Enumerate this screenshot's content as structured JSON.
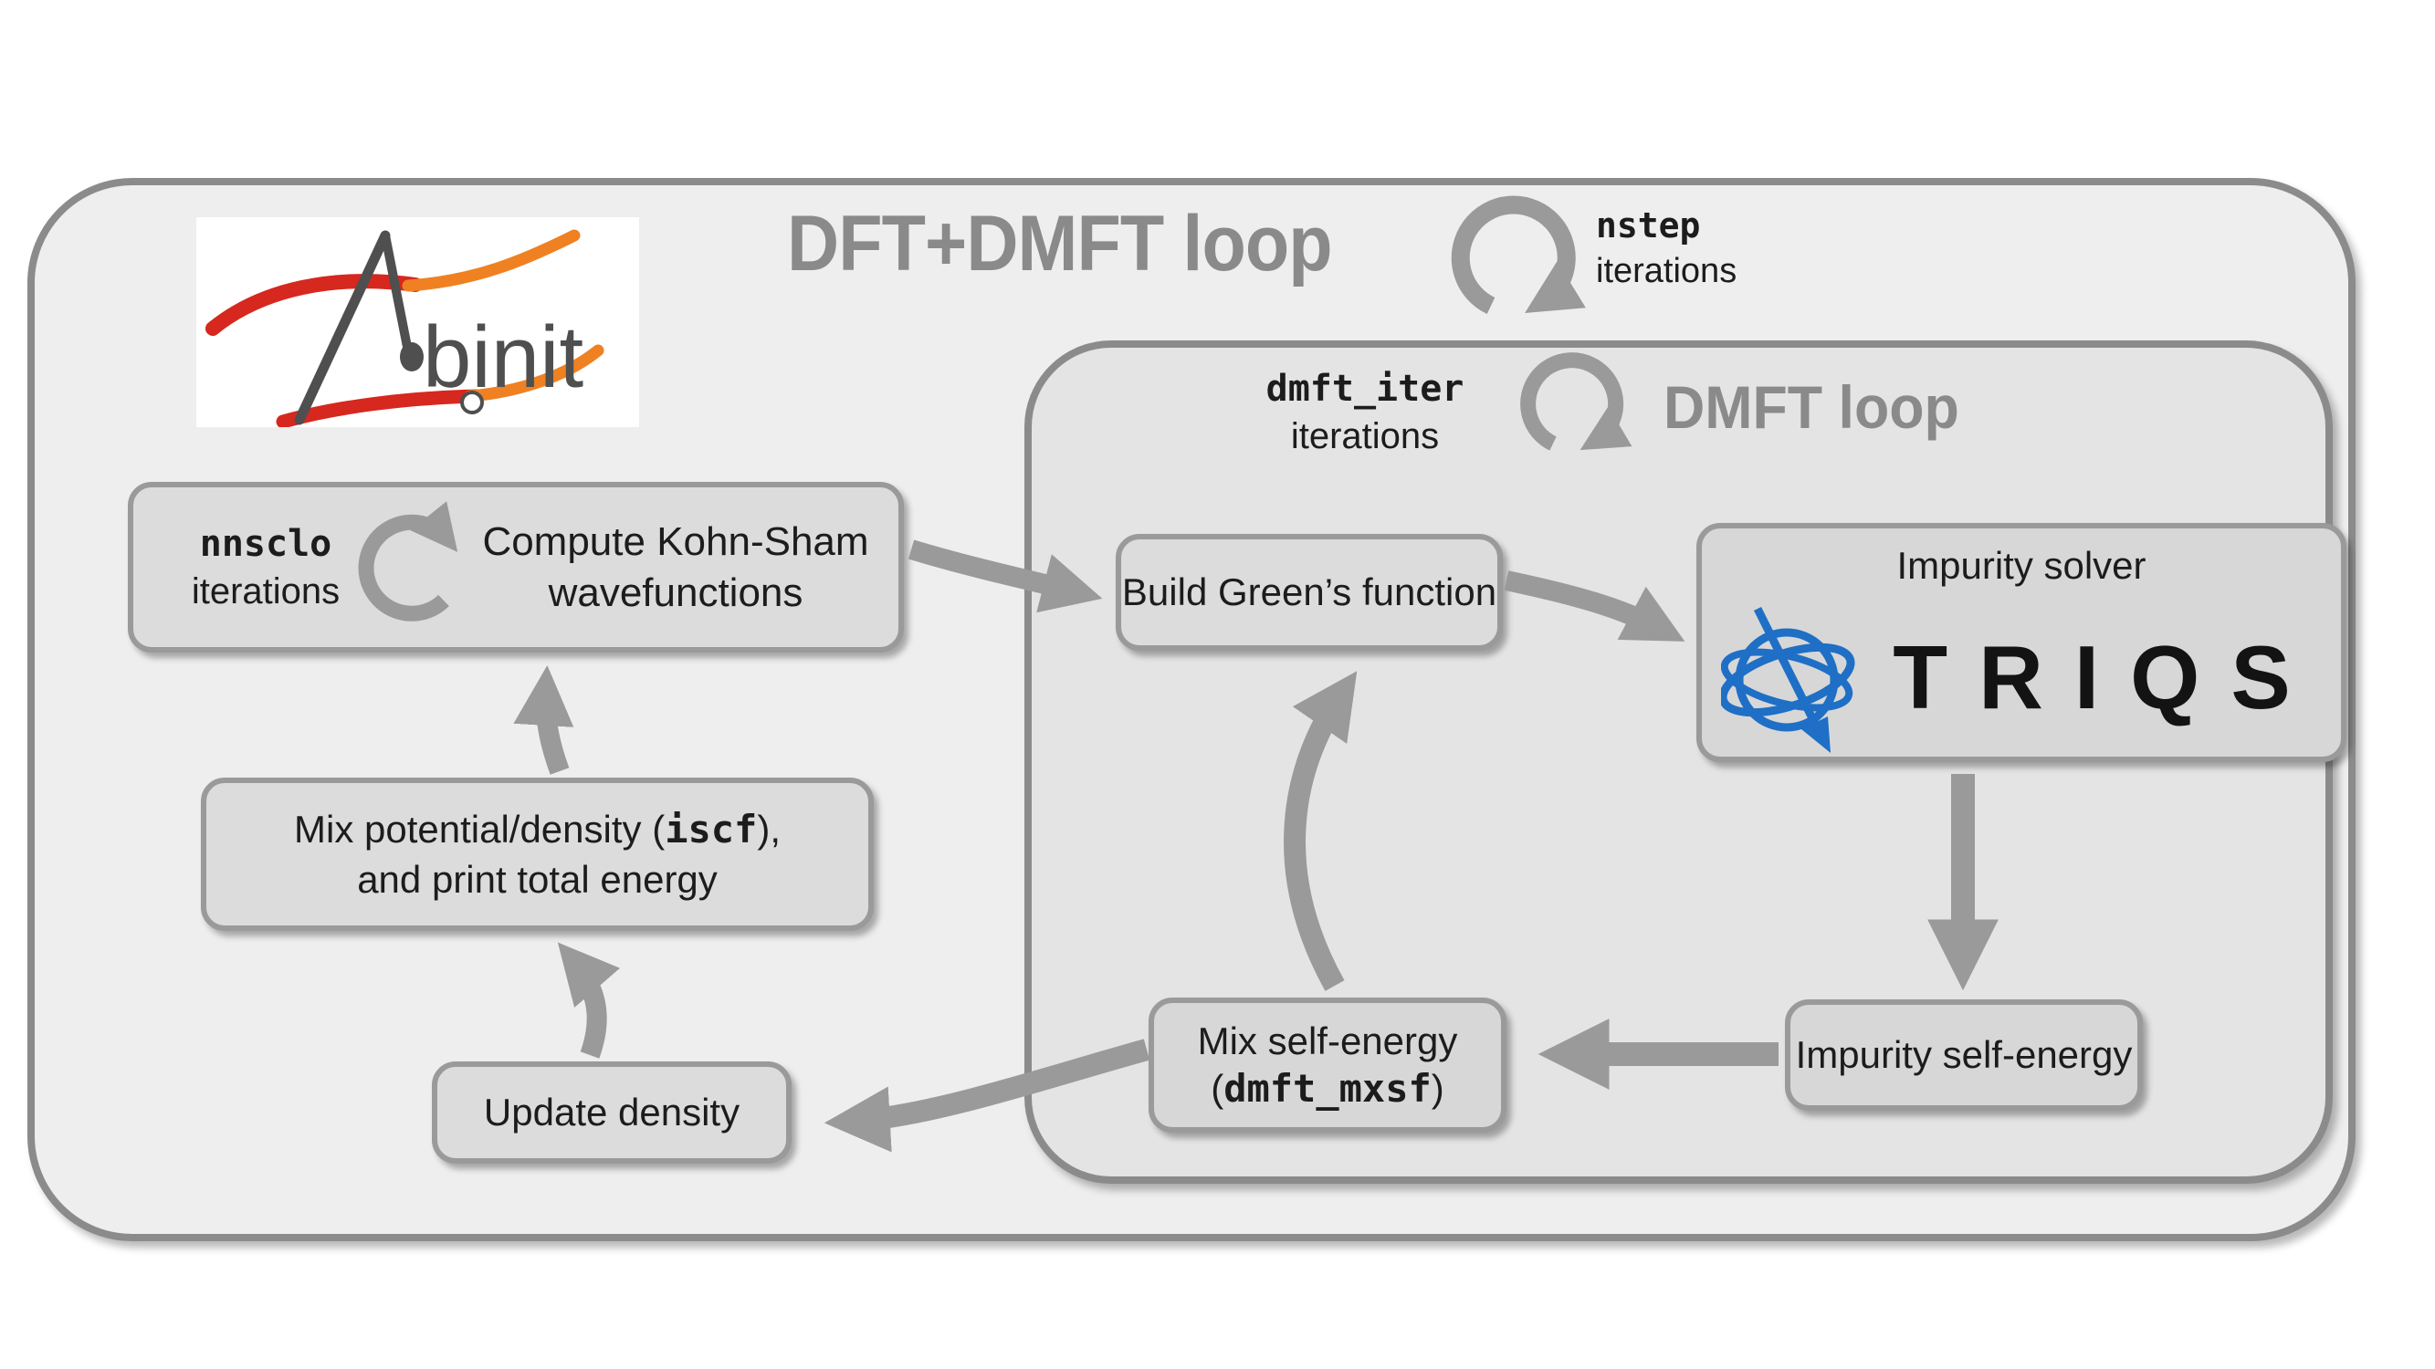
{
  "outer_loop": {
    "title": "DFT+DMFT loop",
    "iter_var": "nstep",
    "iter_word": "iterations"
  },
  "inner_loop": {
    "title": "DMFT loop",
    "iter_var": "dmft_iter",
    "iter_word": "iterations"
  },
  "logo": {
    "name": "Abinit",
    "wordmark_suffix": "binit"
  },
  "nodes": {
    "kohn_sham": {
      "iter_var": "nnsclo",
      "iter_word": "iterations",
      "line1": "Compute Kohn-Sham",
      "line2": "wavefunctions"
    },
    "build_green": {
      "label": "Build Green’s function"
    },
    "impurity_solver": {
      "label": "Impurity solver",
      "logo": "TRIQS"
    },
    "impurity_self_energy": {
      "label": "Impurity self-energy"
    },
    "mix_self_energy": {
      "line1": "Mix self-energy",
      "open": "(",
      "code": "dmft_mxsf",
      "close": ")"
    },
    "update_density": {
      "label": "Update density"
    },
    "mix_potential": {
      "line1_text": "Mix potential/density (",
      "line1_code": "iscf",
      "line1_end": "),",
      "line2": "and print total energy"
    }
  },
  "colors": {
    "arrow": "#9a9a9a",
    "loop_title": "#8a8a8a",
    "outer_fill": "#eeeeee",
    "inner_fill": "#e4e4e4",
    "node_fill": "#dcdcdc",
    "node_border": "#9a9a9a",
    "triqs_blue": "#1e6fc5",
    "abinit_red": "#d6281e",
    "abinit_orange": "#ef8122"
  }
}
